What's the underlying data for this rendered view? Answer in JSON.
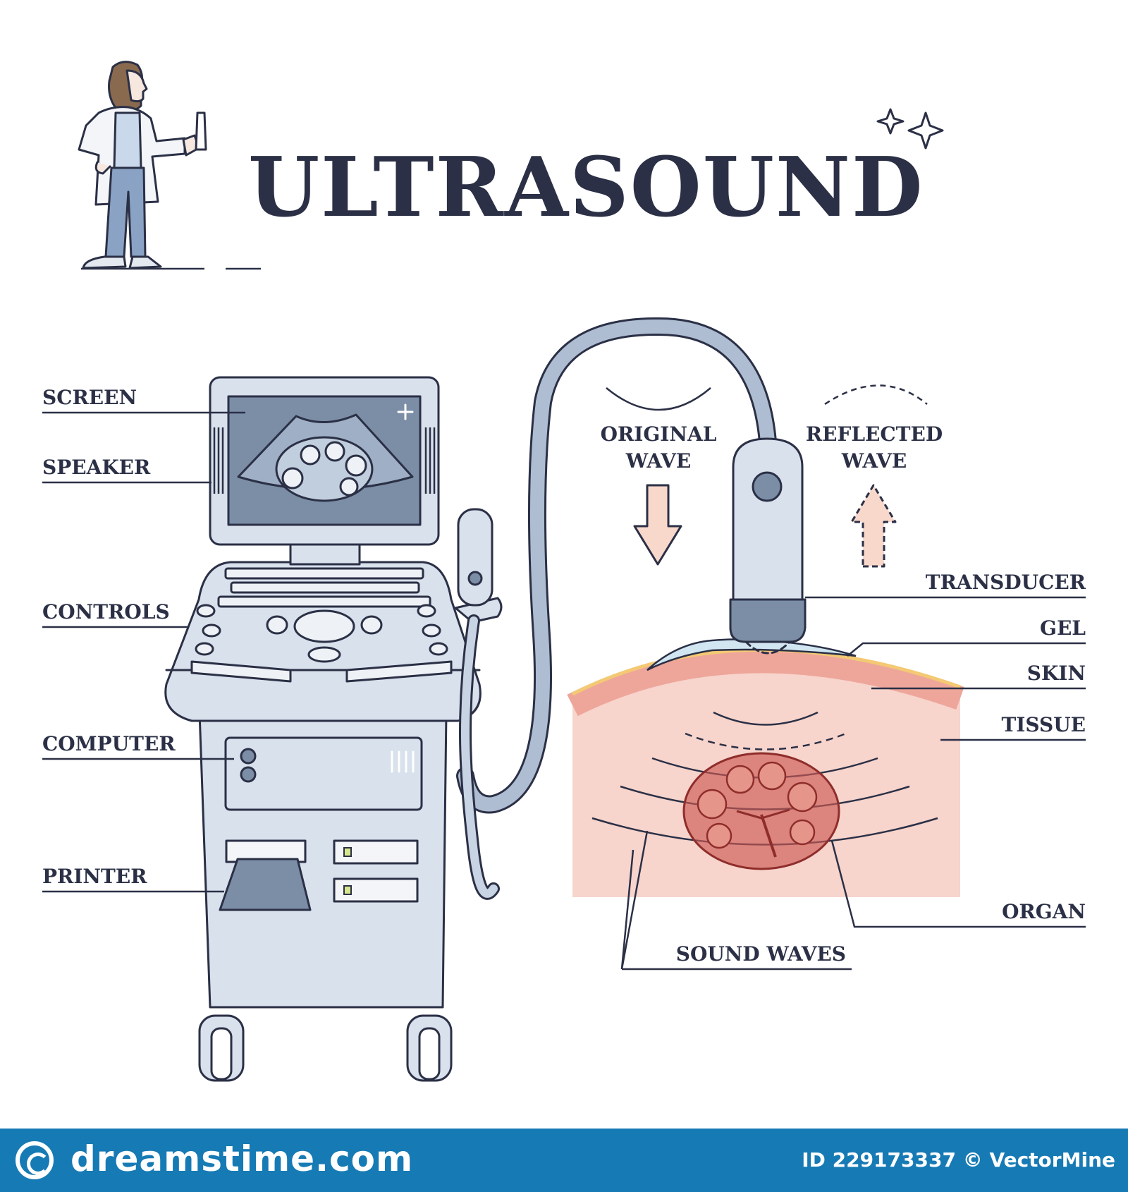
{
  "title": "ULTRASOUND",
  "labels": {
    "screen": "SCREEN",
    "speaker": "SPEAKER",
    "controls": "CONTROLS",
    "computer": "COMPUTER",
    "printer": "PRINTER",
    "original_wave_1": "ORIGINAL",
    "original_wave_2": "WAVE",
    "reflected_wave_1": "REFLECTED",
    "reflected_wave_2": "WAVE",
    "transducer": "TRANSDUCER",
    "gel": "GEL",
    "skin": "SKIN",
    "tissue": "TISSUE",
    "organ": "ORGAN",
    "sound_waves": "SOUND WAVES"
  },
  "footer": {
    "brand": "dreamstime.com",
    "credit": "ID 229173337 © VectorMine"
  },
  "colors": {
    "outline": "#2b3046",
    "machine_fill": "#d8e1ec",
    "screen_fill": "#7b8ea6",
    "tissue_fill": "#f7d4cc",
    "skin_fill": "#eea69a",
    "skin_top": "#f4c974",
    "organ_fill": "#cd5a55",
    "arrow_fill": "#f9d8cc",
    "footer_bg": "#167ab5"
  }
}
